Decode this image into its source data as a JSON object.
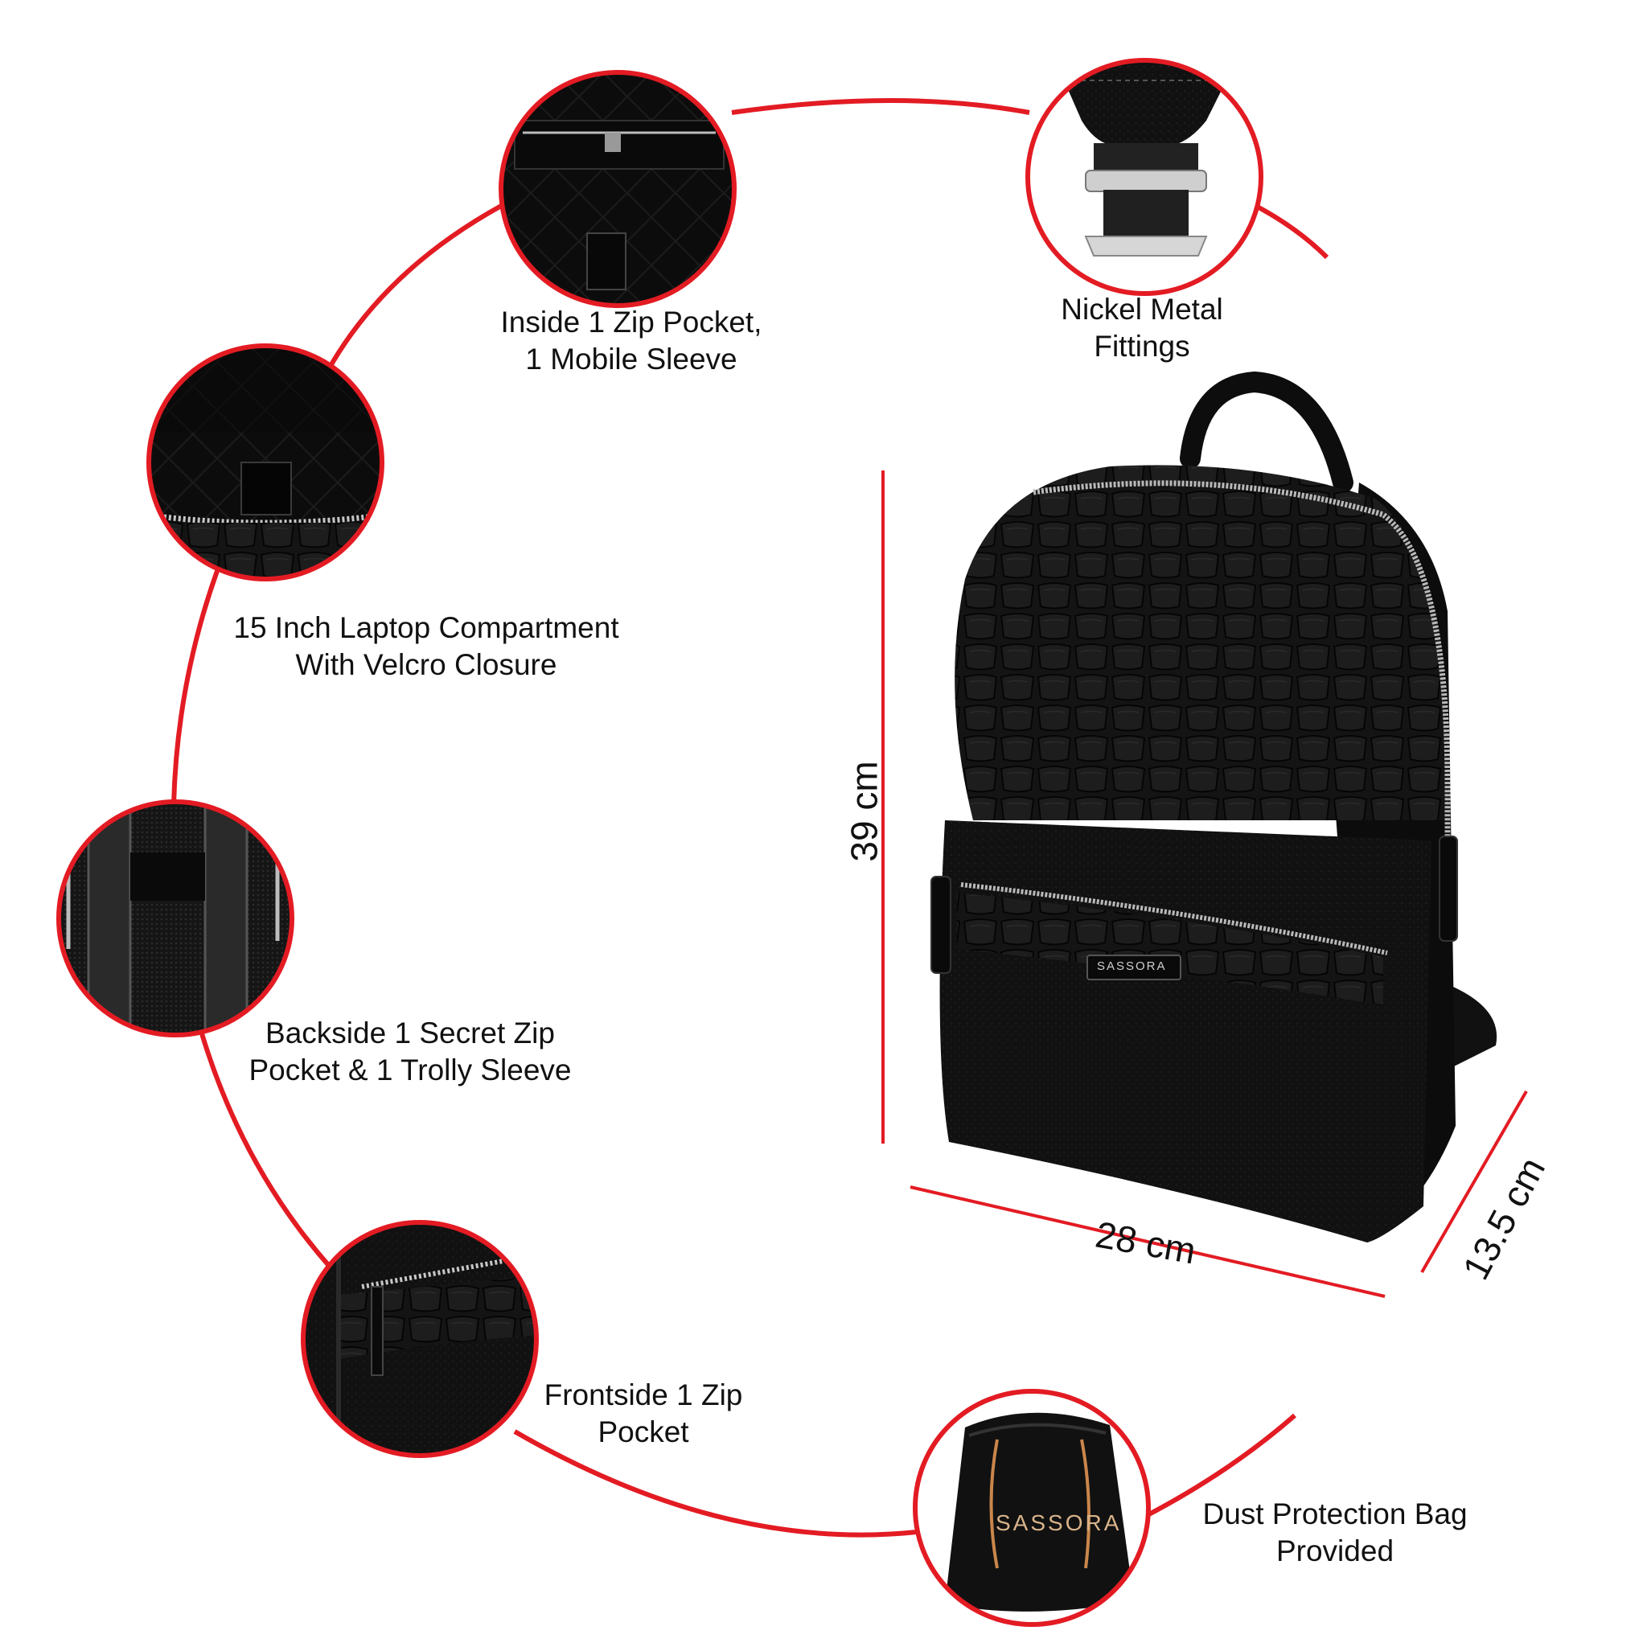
{
  "features": {
    "inside_pocket": {
      "line1": "Inside 1 Zip Pocket,",
      "line2": "1 Mobile Sleeve"
    },
    "nickel_fittings": {
      "line1": "Nickel Metal",
      "line2": "Fittings"
    },
    "laptop_compartment": {
      "line1": "15 Inch Laptop Compartment",
      "line2": "With Velcro Closure"
    },
    "backside_pocket": {
      "line1": "Backside 1 Secret Zip",
      "line2": "Pocket & 1 Trolly Sleeve"
    },
    "frontside_pocket": {
      "line1": "Frontside 1 Zip",
      "line2": "Pocket"
    },
    "dust_bag": {
      "line1": "Dust Protection Bag",
      "line2": "Provided"
    }
  },
  "dimensions": {
    "height": "39 cm",
    "width": "28 cm",
    "depth": "13.5 cm"
  },
  "brand": {
    "logo_text": "SASSORA"
  },
  "colors": {
    "accent_red": "#e31b23",
    "leather": "#111111",
    "text": "#111111",
    "zipper": "#b9b9b9",
    "drawstring": "#c9864b"
  }
}
